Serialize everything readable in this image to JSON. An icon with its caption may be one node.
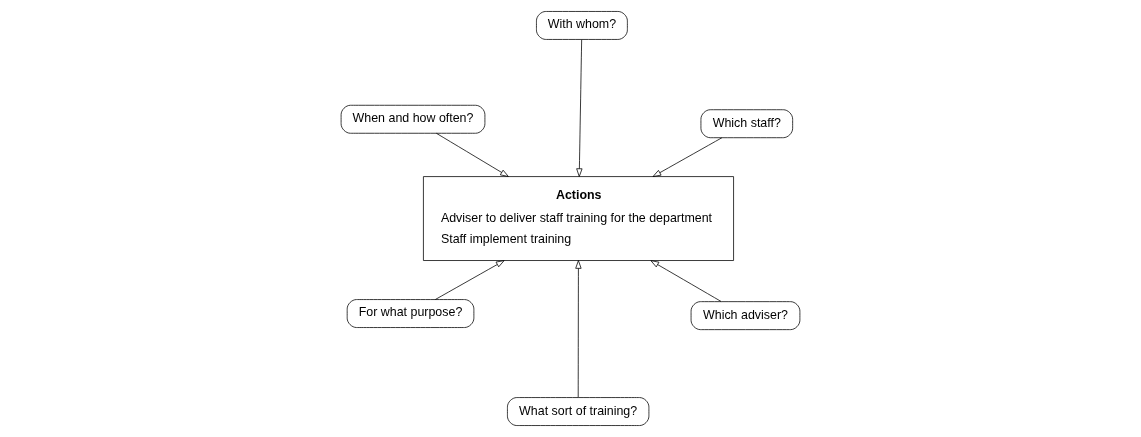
{
  "diagram": {
    "nodes": [
      {
        "text": [
          "Actions",
          "Adviser to deliver staff training for the department",
          "Staff implement training"
        ]
      },
      {
        "text": [
          "Which adviser?"
        ]
      },
      {
        "text": [
          "What sort of training?"
        ]
      },
      {
        "text": [
          "When and how often?"
        ]
      },
      {
        "text": [
          "Which staff?"
        ]
      },
      {
        "text": [
          "With whom?"
        ]
      },
      {
        "text": [
          "For what purpose?"
        ]
      }
    ],
    "edges": [
      {
        "from": 1,
        "to": 0,
        "arrow": "to"
      },
      {
        "from": 2,
        "to": 0,
        "arrow": "to"
      },
      {
        "from": 3,
        "to": 0,
        "arrow": "to"
      },
      {
        "from": 4,
        "to": 0,
        "arrow": "to"
      },
      {
        "from": 5,
        "to": 0,
        "arrow": "to"
      },
      {
        "from": 6,
        "to": 0,
        "arrow": "to"
      }
    ]
  }
}
